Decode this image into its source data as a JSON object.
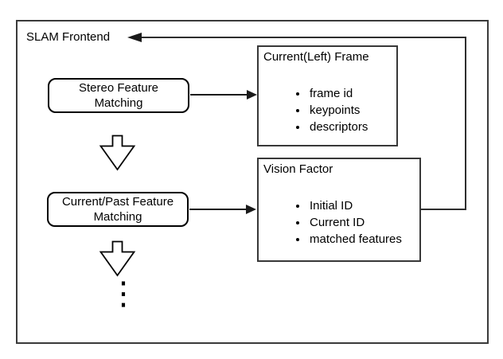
{
  "diagram": {
    "title": "SLAM Frontend",
    "ellipsis": "⋮",
    "colors": {
      "background": "#ffffff",
      "container_border": "#3a3a3a",
      "node_border": "#000000",
      "connector": "#1a1a1a"
    },
    "nodes": {
      "stereo_feature_matching": {
        "lines": [
          "Stereo Feature",
          "Matching"
        ]
      },
      "current_past_feature_matching": {
        "lines": [
          "Current/Past Feature",
          "Matching"
        ]
      },
      "current_left_frame": {
        "title": "Current(Left) Frame",
        "items": [
          "frame id",
          "keypoints",
          "descriptors"
        ]
      },
      "vision_factor": {
        "title": "Vision Factor",
        "items": [
          "Initial ID",
          "Current ID",
          "matched features"
        ]
      }
    }
  }
}
